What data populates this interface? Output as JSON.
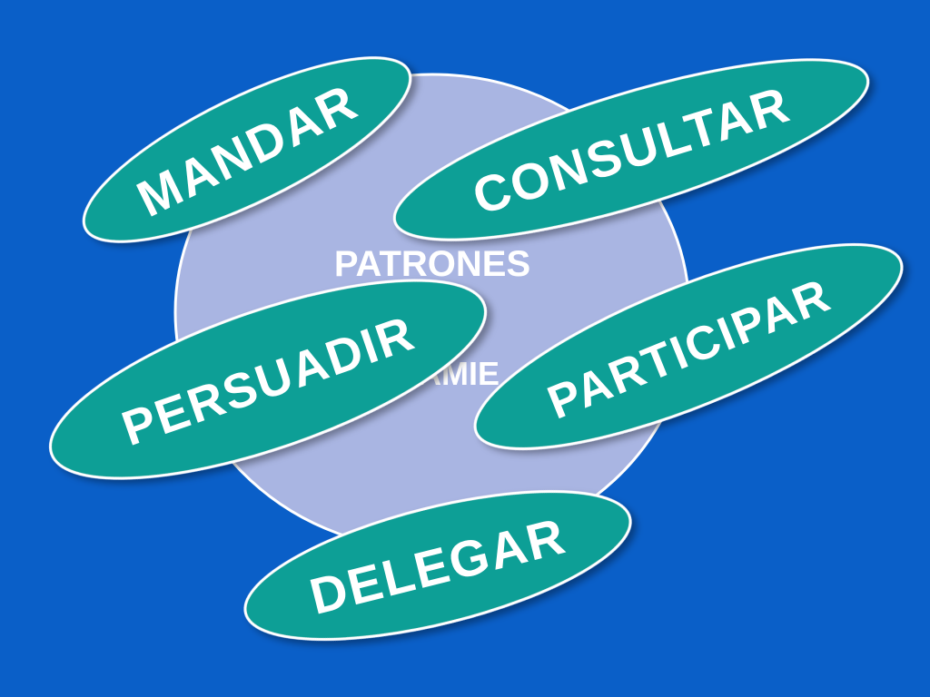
{
  "colors": {
    "background": "#0a5fc8",
    "circle_fill": "#a9b5e2",
    "circle_stroke": "#ffffff",
    "pill_fill": "#089f96",
    "pill_stroke": "#ffffff",
    "text": "#ffffff"
  },
  "center": {
    "line1": "PATRONES",
    "line2": "AMIE"
  },
  "pills": {
    "mandar": "MANDAR",
    "consultar": "CONSULTAR",
    "persuadir": "PERSUADIR",
    "participar": "PARTICIPAR",
    "delegar": "DELEGAR"
  }
}
